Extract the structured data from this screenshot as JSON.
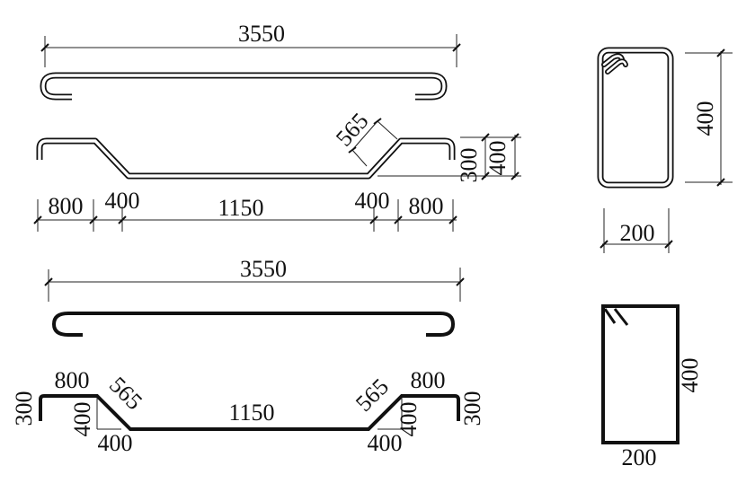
{
  "drawing": {
    "colors": {
      "line": "#111111",
      "background": "#ffffff"
    },
    "top_left": {
      "bar1": {
        "label": "3550"
      },
      "bar2": {
        "slope_label": "565",
        "height_inner_label": "300",
        "height_outer_label": "400",
        "segments": [
          "800",
          "400",
          "1150",
          "400",
          "800"
        ]
      }
    },
    "top_right": {
      "stirrup": {
        "height_label": "400",
        "width_label": "200"
      }
    },
    "bottom_left": {
      "bar1": {
        "label": "3550"
      },
      "bar2": {
        "left_hook_label": "300",
        "left_top_label": "800",
        "left_slope_label": "565",
        "left_rise_label": "400",
        "left_run_label": "400",
        "middle_label": "1150",
        "right_slope_label": "565",
        "right_rise_label": "400",
        "right_run_label": "400",
        "right_top_label": "800",
        "right_hook_label": "300"
      }
    },
    "bottom_right": {
      "stirrup": {
        "height_label": "400",
        "width_label": "200"
      }
    }
  }
}
